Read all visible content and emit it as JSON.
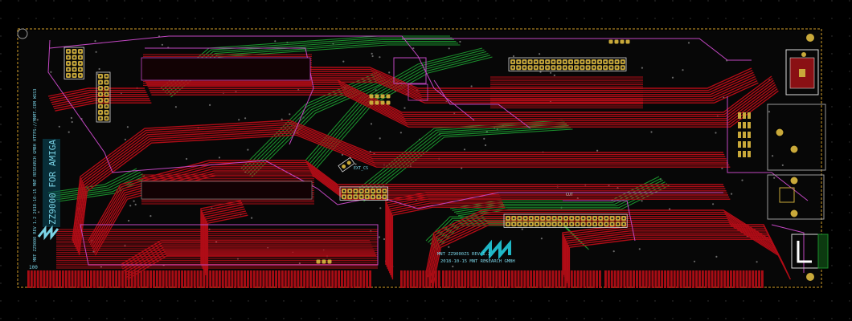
{
  "board": {
    "title_silkscreen": "ZZ9000 FOR AMIGA",
    "side_text": "MNT ZZ9000 REV 1.2  2018-10-15 MNT RESEARCH GMBH HTTPS://MNMT.COM WSS3",
    "rev_text": "MNT ZZ9000ZS REV 1.2",
    "copyright_text": "2018-10-15 MNT RESEARCH GMBH",
    "edge_pin_label": "100",
    "jumper_label": "EXT_CS",
    "cut_label": "CUT",
    "colors": {
      "background": "#000000",
      "front_copper": "#b00c16",
      "back_copper": "#1b8f2d",
      "edge_cuts": "#d3a02a",
      "silkscreen": "#7ad3e6",
      "keepout": "#c247c2",
      "pad": "#c9a93a"
    }
  }
}
